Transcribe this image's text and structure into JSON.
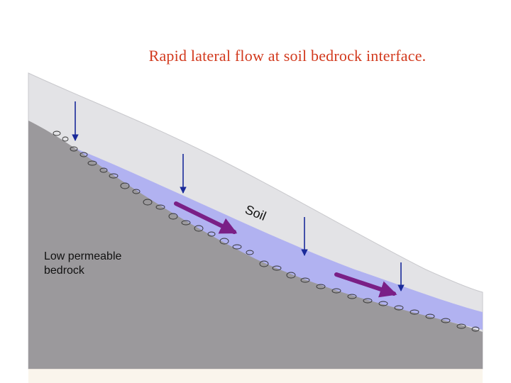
{
  "title": "Rapid lateral flow at soil bedrock interface.",
  "labels": {
    "soil": "Soil",
    "bedrock_line1": "Low permeable",
    "bedrock_line2": "bedrock"
  },
  "colors": {
    "title": "#d23a1e",
    "soil": "#e3e3e6",
    "bedrock": "#9b999c",
    "saturated_zone": "#a8a9f2",
    "infiltration_arrow": "#1a2a9a",
    "lateral_flow_arrow": "#7a1f86"
  },
  "icons": {
    "infiltration": "arrow-down",
    "lateral_flow": "arrow-right-down"
  }
}
